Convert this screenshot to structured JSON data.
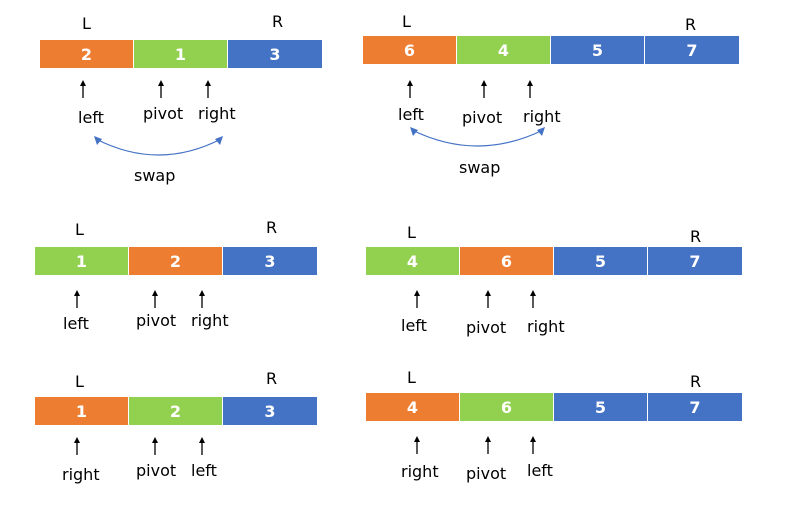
{
  "colors": {
    "orange": "#ED7D31",
    "green": "#92D050",
    "blue": "#4472C4",
    "arrow_blue": "#4472C4"
  },
  "panels": [
    {
      "L": "L",
      "R": "R",
      "cells": [
        {
          "value": "2",
          "color": "orange"
        },
        {
          "value": "1",
          "color": "green"
        },
        {
          "value": "3",
          "color": "blue"
        }
      ],
      "pointers": [
        "left",
        "pivot",
        "right"
      ],
      "swap": "swap"
    },
    {
      "L": "L",
      "R": "R",
      "cells": [
        {
          "value": "6",
          "color": "orange"
        },
        {
          "value": "4",
          "color": "green"
        },
        {
          "value": "5",
          "color": "blue"
        },
        {
          "value": "7",
          "color": "blue"
        }
      ],
      "pointers": [
        "left",
        "pivot",
        "right"
      ],
      "swap": "swap"
    },
    {
      "L": "L",
      "R": "R",
      "cells": [
        {
          "value": "1",
          "color": "green"
        },
        {
          "value": "2",
          "color": "orange"
        },
        {
          "value": "3",
          "color": "blue"
        }
      ],
      "pointers": [
        "left",
        "pivot",
        "right"
      ]
    },
    {
      "L": "L",
      "R": "R",
      "cells": [
        {
          "value": "4",
          "color": "green"
        },
        {
          "value": "6",
          "color": "orange"
        },
        {
          "value": "5",
          "color": "blue"
        },
        {
          "value": "7",
          "color": "blue"
        }
      ],
      "pointers": [
        "left",
        "pivot",
        "right"
      ]
    },
    {
      "L": "L",
      "R": "R",
      "cells": [
        {
          "value": "1",
          "color": "orange"
        },
        {
          "value": "2",
          "color": "green"
        },
        {
          "value": "3",
          "color": "blue"
        }
      ],
      "pointers": [
        "right",
        "pivot",
        "left"
      ]
    },
    {
      "L": "L",
      "R": "R",
      "cells": [
        {
          "value": "4",
          "color": "orange"
        },
        {
          "value": "6",
          "color": "green"
        },
        {
          "value": "5",
          "color": "blue"
        },
        {
          "value": "7",
          "color": "blue"
        }
      ],
      "pointers": [
        "right",
        "pivot",
        "left"
      ]
    }
  ]
}
